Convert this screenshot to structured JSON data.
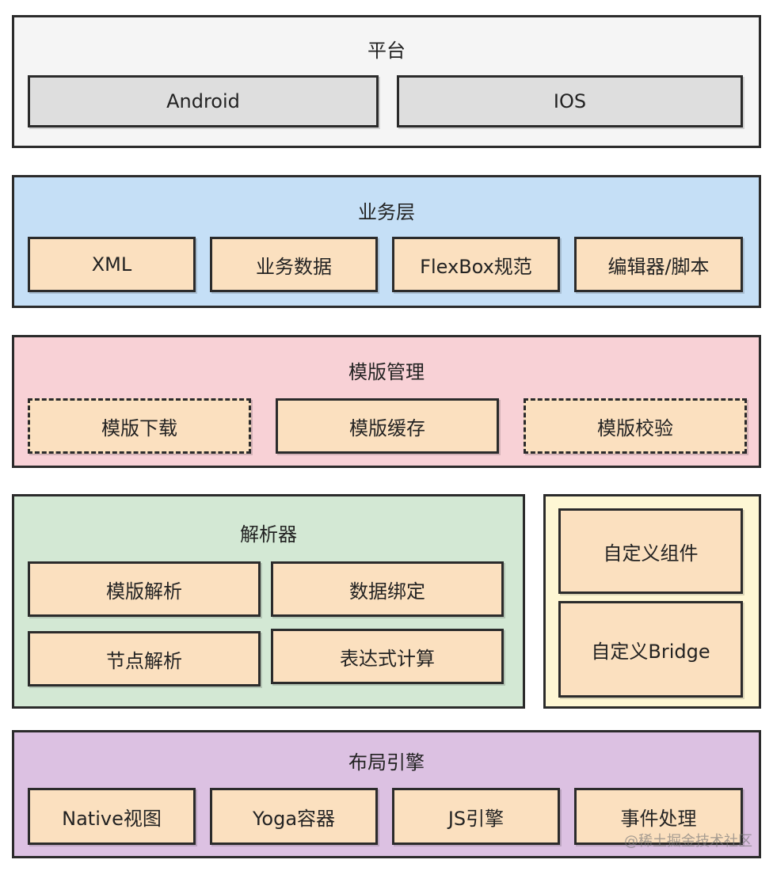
{
  "colors": {
    "platform_bg": "#f5f5f5",
    "platform_item_bg": "#dedede",
    "business_bg": "#c5dff6",
    "template_bg": "#f8d1d6",
    "parser_bg": "#d3e8d4",
    "custom_bg": "#fef7d4",
    "layout_bg": "#dcc1e2",
    "item_bg": "#fbe0bf"
  },
  "platform": {
    "title": "平台",
    "items": [
      "Android",
      "IOS"
    ]
  },
  "business": {
    "title": "业务层",
    "items": [
      "XML",
      "业务数据",
      "FlexBox规范",
      "编辑器/脚本"
    ]
  },
  "template": {
    "title": "模版管理",
    "items": [
      "模版下载",
      "模版缓存",
      "模版校验"
    ]
  },
  "parser": {
    "title": "解析器",
    "items": [
      "模版解析",
      "数据绑定",
      "节点解析",
      "表达式计算"
    ]
  },
  "custom": {
    "items": [
      "自定义组件",
      "自定义Bridge"
    ]
  },
  "layout": {
    "title": "布局引擎",
    "items": [
      "Native视图",
      "Yoga容器",
      "JS引擎",
      "事件处理"
    ]
  },
  "watermark": "@稀土掘金技术社区"
}
